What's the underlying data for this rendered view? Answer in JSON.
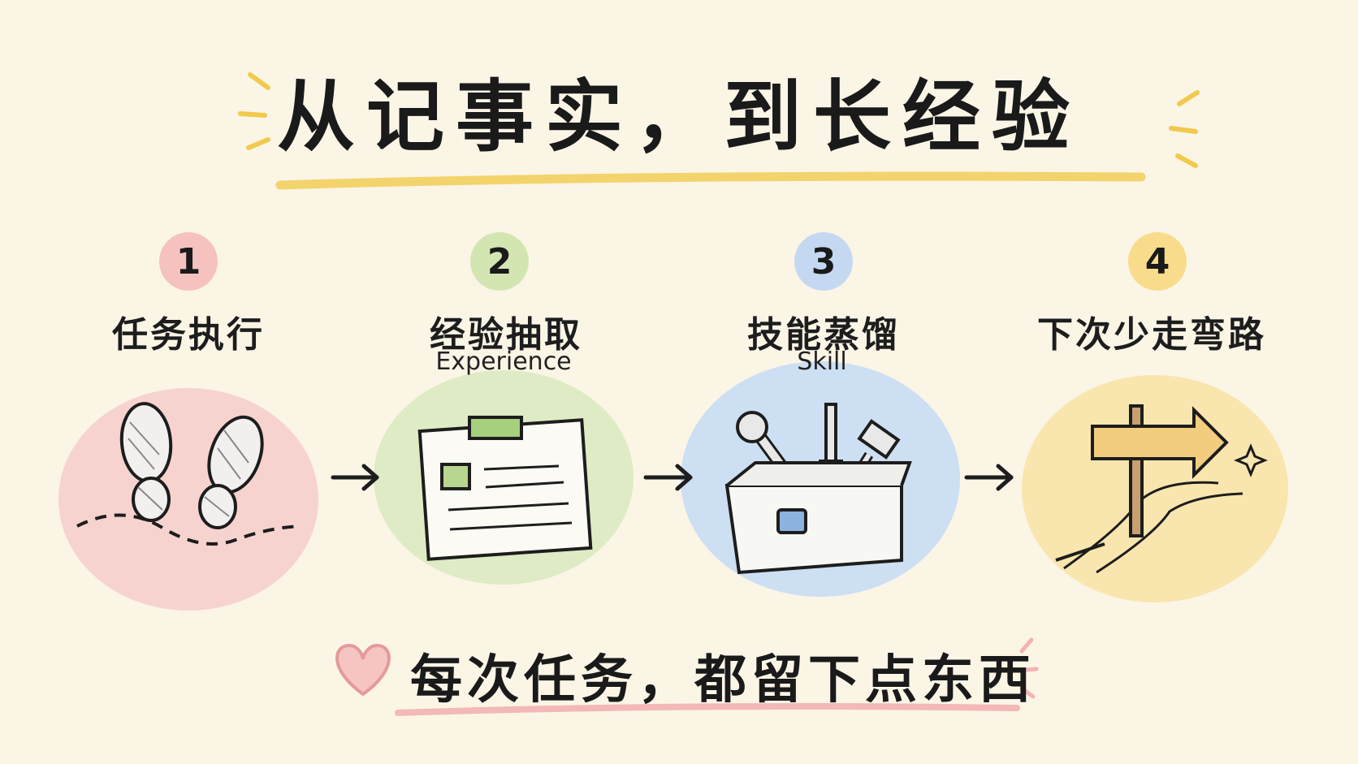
{
  "title": "从记事实，到长经验",
  "steps": [
    {
      "number": "1",
      "title": "任务执行",
      "subtitle": "",
      "icon": "footprints-icon",
      "color": "#f6cfcb"
    },
    {
      "number": "2",
      "title": "经验抽取",
      "subtitle": "Experience",
      "icon": "clipboard-icon",
      "color": "#dbe8bf"
    },
    {
      "number": "3",
      "title": "技能蒸馏",
      "subtitle": "Skill",
      "icon": "toolbox-icon",
      "color": "#c9dcf0"
    },
    {
      "number": "4",
      "title": "下次少走弯路",
      "subtitle": "",
      "icon": "signpost-icon",
      "color": "#f8e3a6"
    }
  ],
  "footer": {
    "text": "每次任务，都留下点东西",
    "icon": "heart-icon"
  },
  "colors": {
    "background": "#fbf5e6",
    "title_underline": "#f3d36b",
    "footer_underline": "#f3b8b8",
    "ink": "#1d1d1d"
  }
}
